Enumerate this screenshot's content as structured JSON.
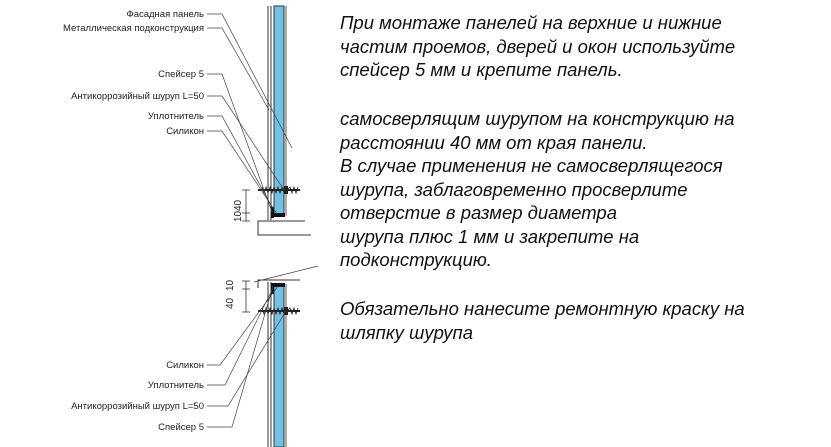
{
  "labels_top": {
    "facade_panel": "Фасадная панель",
    "metal_substructure": "Металлическая подконструкция",
    "spacer": "Спейсер 5",
    "screw": "Антикоррозийный шуруп L=50",
    "sealant": "Уплотнитель",
    "silicone": "Силикон"
  },
  "labels_bottom": {
    "silicone": "Силикон",
    "sealant": "Уплотнитель",
    "screw": "Антикоррозийный шуруп L=50",
    "spacer": "Спейсер 5"
  },
  "dimensions_top": {
    "d40": "40",
    "d10": "10"
  },
  "dimensions_bottom": {
    "d10": "10",
    "d40": "40"
  },
  "text": {
    "p1_l1": "При монтаже панелей на верхние и нижние",
    "p1_l2": "частим проемов, дверей и окон используйте",
    "p1_l3": "спейсер 5 мм и крепите панель.",
    "p2_l1": "самосверлящим шурупом на конструкцию на",
    "p2_l2": "расстоянии 40 мм от края панели.",
    "p2_l3": "В случае применения не самосверлящегося",
    "p2_l4": "шурупа, заблаговременно просверлите",
    "p2_l5": "отверстие в размер диаметра",
    "p2_l6": "шурупа плюс 1 мм и закрепите на",
    "p2_l7": "подконструкцию.",
    "p3_l1": "Обязательно нанесите ремонтную краску на",
    "p3_l2": "шляпку шурупа"
  },
  "colors": {
    "panel_blue": "#6fc3e6",
    "line": "#333333",
    "dark": "#111111"
  }
}
